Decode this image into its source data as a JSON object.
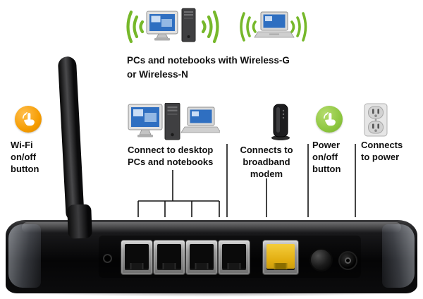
{
  "diagram": {
    "wireless_caption": "PCs and notebooks with Wireless-G\nor Wireless-N",
    "callouts": {
      "wifi_button": "Wi-Fi\non/off\nbutton",
      "lan": "Connect to desktop\nPCs and notebooks",
      "modem": "Connects to\nbroadband\nmodem",
      "power_button": "Power\non/off\nbutton",
      "power": "Connects\nto power"
    }
  },
  "icons": {
    "wireless_waves": "green signal arcs",
    "desktop_pc": "monitor with tower",
    "notebook": "laptop",
    "tap_hand": "hand pressing button",
    "modem": "standing broadband modem",
    "power_outlet": "wall power outlet"
  },
  "colors": {
    "wave_green": "#76b82a",
    "wifi_badge_orange": "#f59c00",
    "power_badge_green": "#8dc63f",
    "screen_blue": "#2f6fc1",
    "wan_port_yellow": "#eec11e",
    "callout_line": "#141414",
    "router_black": "#0a0a0b"
  },
  "router": {
    "lan_ports": 4,
    "wan_ports": 1,
    "has_antenna": true
  }
}
